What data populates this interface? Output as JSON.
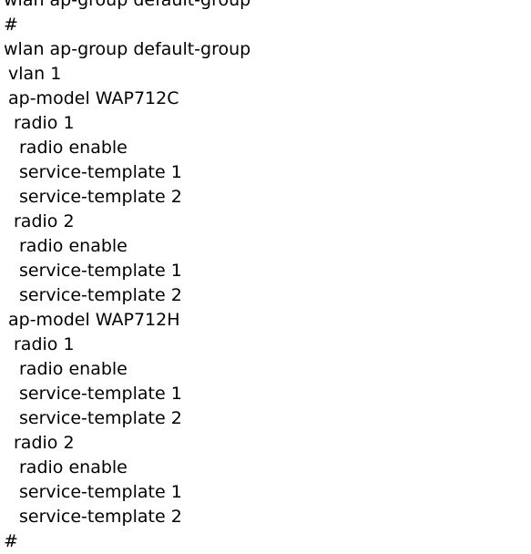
{
  "config_lines": [
    {
      "text": "wlan ap-group default-group",
      "indent": 0
    },
    {
      "text": "#",
      "indent": 0
    },
    {
      "text": "wlan ap-group default-group",
      "indent": 0
    },
    {
      "text": "vlan 1",
      "indent": 1
    },
    {
      "text": "ap-model WAP712C",
      "indent": 1
    },
    {
      "text": "radio 1",
      "indent": 2
    },
    {
      "text": "radio enable",
      "indent": 3
    },
    {
      "text": "service-template 1",
      "indent": 3
    },
    {
      "text": "service-template 2",
      "indent": 3
    },
    {
      "text": "radio 2",
      "indent": 2
    },
    {
      "text": "radio enable",
      "indent": 3
    },
    {
      "text": "service-template 1",
      "indent": 3
    },
    {
      "text": "service-template 2",
      "indent": 3
    },
    {
      "text": "ap-model WAP712H",
      "indent": 1
    },
    {
      "text": "radio 1",
      "indent": 2
    },
    {
      "text": "radio enable",
      "indent": 3
    },
    {
      "text": "service-template 1",
      "indent": 3
    },
    {
      "text": "service-template 2",
      "indent": 3
    },
    {
      "text": "radio 2",
      "indent": 2
    },
    {
      "text": "radio enable",
      "indent": 3
    },
    {
      "text": "service-template 1",
      "indent": 3
    },
    {
      "text": "service-template 2",
      "indent": 3
    },
    {
      "text": "#",
      "indent": 0
    }
  ]
}
